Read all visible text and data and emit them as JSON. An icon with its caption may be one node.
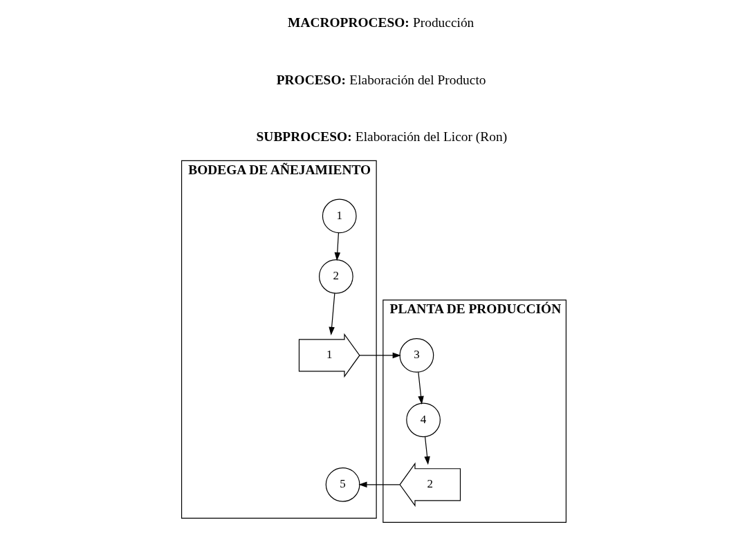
{
  "diagram": {
    "nodes": [
      {
        "text": [
          "BODEGA DE AÑEJAMIENTO"
        ]
      },
      {
        "text": [
          "PLANTA DE PRODUCCIÓN"
        ]
      },
      {
        "text": [
          "1"
        ],
        "in": 0
      },
      {
        "text": [
          "2"
        ],
        "in": 0
      },
      {
        "text": [
          "1"
        ],
        "in": 0
      },
      {
        "text": [
          "3"
        ],
        "in": 1
      },
      {
        "text": [
          "4"
        ],
        "in": 1
      },
      {
        "text": [
          "2"
        ],
        "in": 1
      },
      {
        "text": [
          "5"
        ],
        "in": 0
      }
    ],
    "edges": [
      {
        "from": 2,
        "to": 3,
        "arrow": "to"
      },
      {
        "from": 3,
        "to": 4,
        "arrow": "to"
      },
      {
        "from": 4,
        "to": 5,
        "arrow": "to"
      },
      {
        "from": 5,
        "to": 6,
        "arrow": "to"
      },
      {
        "from": 6,
        "to": 7,
        "arrow": "to"
      },
      {
        "from": 7,
        "to": 8,
        "arrow": "to"
      }
    ],
    "labels": [
      "**MACROPROCESO:** Producción",
      "**PROCESO:** Elaboración del Producto",
      "**SUBPROCESO:** Elaboración del Licor (Ron)"
    ]
  }
}
